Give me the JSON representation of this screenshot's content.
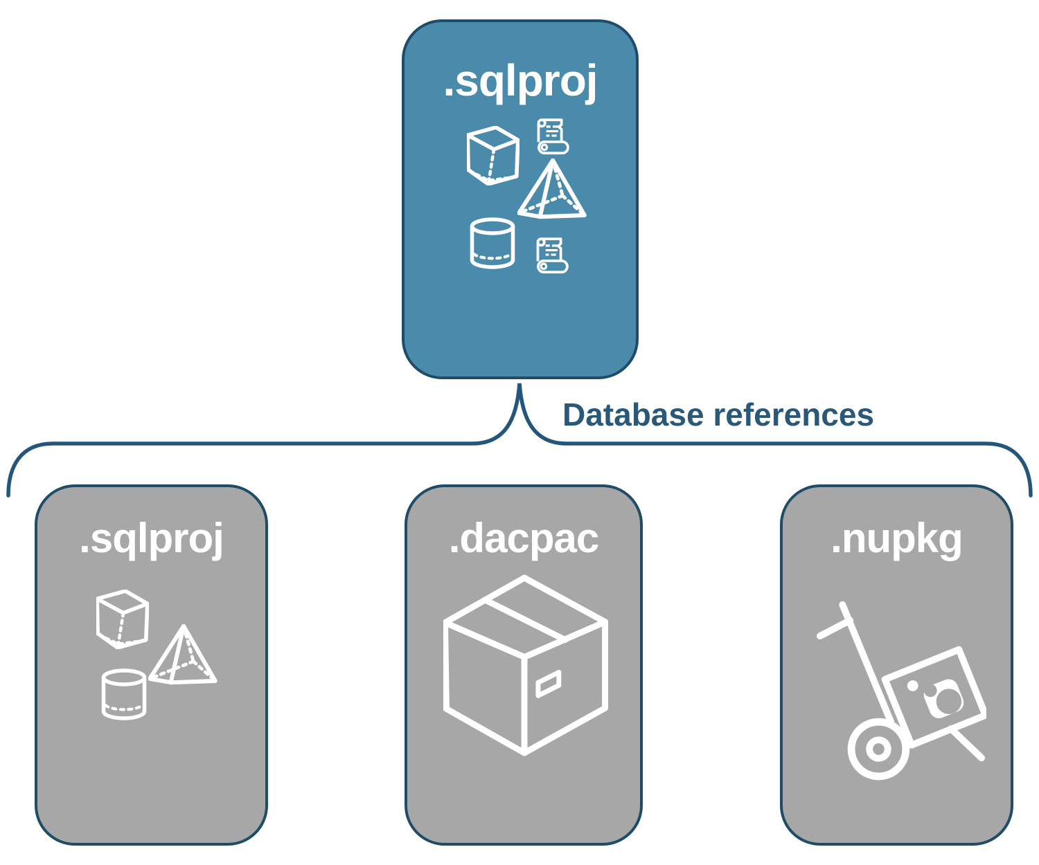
{
  "diagram": {
    "root": {
      "label": ".sqlproj",
      "icons": [
        "scroll",
        "cube",
        "pyramid",
        "cylinder",
        "scroll"
      ]
    },
    "connector_label": "Database references",
    "children": [
      {
        "label": ".sqlproj",
        "icons": [
          "cube",
          "pyramid",
          "cylinder"
        ]
      },
      {
        "label": ".dacpac",
        "icons": [
          "package-box"
        ]
      },
      {
        "label": ".nupkg",
        "icons": [
          "nuget-hand-truck"
        ]
      }
    ],
    "colors": {
      "root_fill": "#4A8BAC",
      "child_fill": "#A7A7A7",
      "outline": "#1F4D68",
      "connector": "#24557B",
      "connector_label_text": "#2A5878",
      "icon": "#FFFFFF",
      "background": "#FFFFFF"
    }
  }
}
